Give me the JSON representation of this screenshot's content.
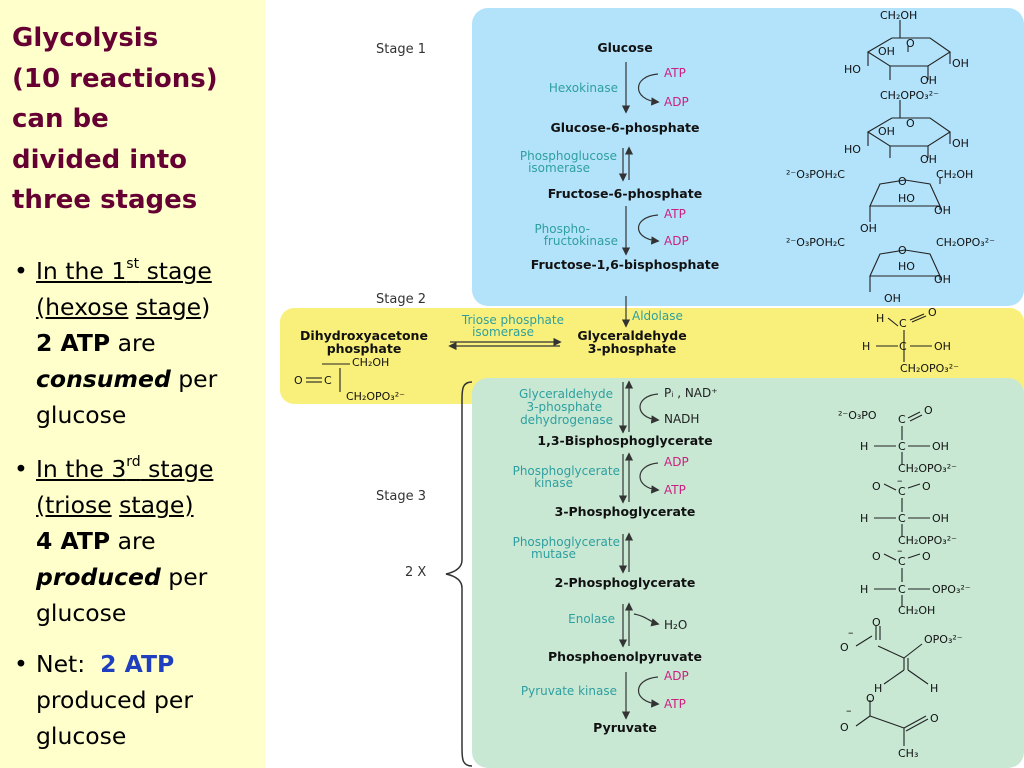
{
  "left_panel": {
    "title_lines": [
      "Glycolysis",
      "(10 reactions)",
      "can be",
      "divided into",
      "three stages"
    ],
    "bullets": [
      {
        "line1_pre": "In the 1",
        "line1_sup": "st",
        "line1_post": " stage",
        "line2_a": "(hexose",
        "line2_b": "stage",
        "line2_c": ")",
        "line3_bold": "2 ATP",
        "line3_rest": " are",
        "line4_emph": "consumed",
        "line4_rest": " per",
        "line5": "glucose"
      },
      {
        "line1_pre": "In the 3",
        "line1_sup": "rd",
        "line1_post": " stage",
        "line2_a": "(triose",
        "line2_b": "stage)",
        "line3_bold": "4 ATP",
        "line3_rest": " are",
        "line4_emph": "produced",
        "line4_rest": " per",
        "line5": "glucose"
      },
      {
        "line1_pre": "Net:",
        "line1_value": "2 ATP",
        "line2": "produced per",
        "line3": "glucose"
      }
    ]
  },
  "stages": {
    "stage1": "Stage 1",
    "stage2": "Stage 2",
    "stage3": "Stage 3",
    "multiplier": "2 X"
  },
  "colors": {
    "left_bg": "#ffffcc",
    "title": "#660033",
    "stage1_bg": "#b3e3fb",
    "stage2_bg": "#f8f07a",
    "stage3_bg": "#c8e8d4",
    "enzyme": "#2e9f9f",
    "cofactor": "#cc1f7f",
    "net_atp": "#1f3fbf"
  },
  "metabolites": {
    "glucose": "Glucose",
    "g6p": "Glucose-6-phosphate",
    "f6p": "Fructose-6-phosphate",
    "f16bp": "Fructose-1,6-bisphosphate",
    "dhap_1": "Dihydroxyacetone",
    "dhap_2": "phosphate",
    "gap_1": "Glyceraldehyde",
    "gap_2": "3-phosphate",
    "bpg": "1,3-Bisphosphoglycerate",
    "pg3": "3-Phosphoglycerate",
    "pg2": "2-Phosphoglycerate",
    "pep": "Phosphoenolpyruvate",
    "pyr": "Pyruvate"
  },
  "enzymes": {
    "hexokinase": "Hexokinase",
    "pgi_1": "Phosphoglucose",
    "pgi_2": "isomerase",
    "pfk_1": "Phospho-",
    "pfk_2": "fructokinase",
    "aldolase": "Aldolase",
    "tpi_1": "Triose phosphate",
    "tpi_2": "isomerase",
    "gapdh_1": "Glyceraldehyde",
    "gapdh_2": "3-phosphate",
    "gapdh_3": "dehydrogenase",
    "pgk_1": "Phosphoglycerate",
    "pgk_2": "kinase",
    "pgm_1": "Phosphoglycerate",
    "pgm_2": "mutase",
    "enolase": "Enolase",
    "pk": "Pyruvate kinase"
  },
  "cofactors": {
    "atp": "ATP",
    "adp": "ADP",
    "pi_nad": "Pᵢ , NAD⁺",
    "nadh": "NADH",
    "water": "H₂O"
  },
  "structure_labels": {
    "ch2oh": "CH₂OH",
    "ch2opo3": "CH₂OPO₃²⁻",
    "o3poh2c": "²⁻O₃POH₂C",
    "o3po": "²⁻O₃PO",
    "oh": "OH",
    "ho": "HO",
    "o": "O",
    "h": "H",
    "c": "C",
    "opo3": "OPO₃²⁻",
    "ch3": "CH₃",
    "minus": "–"
  }
}
